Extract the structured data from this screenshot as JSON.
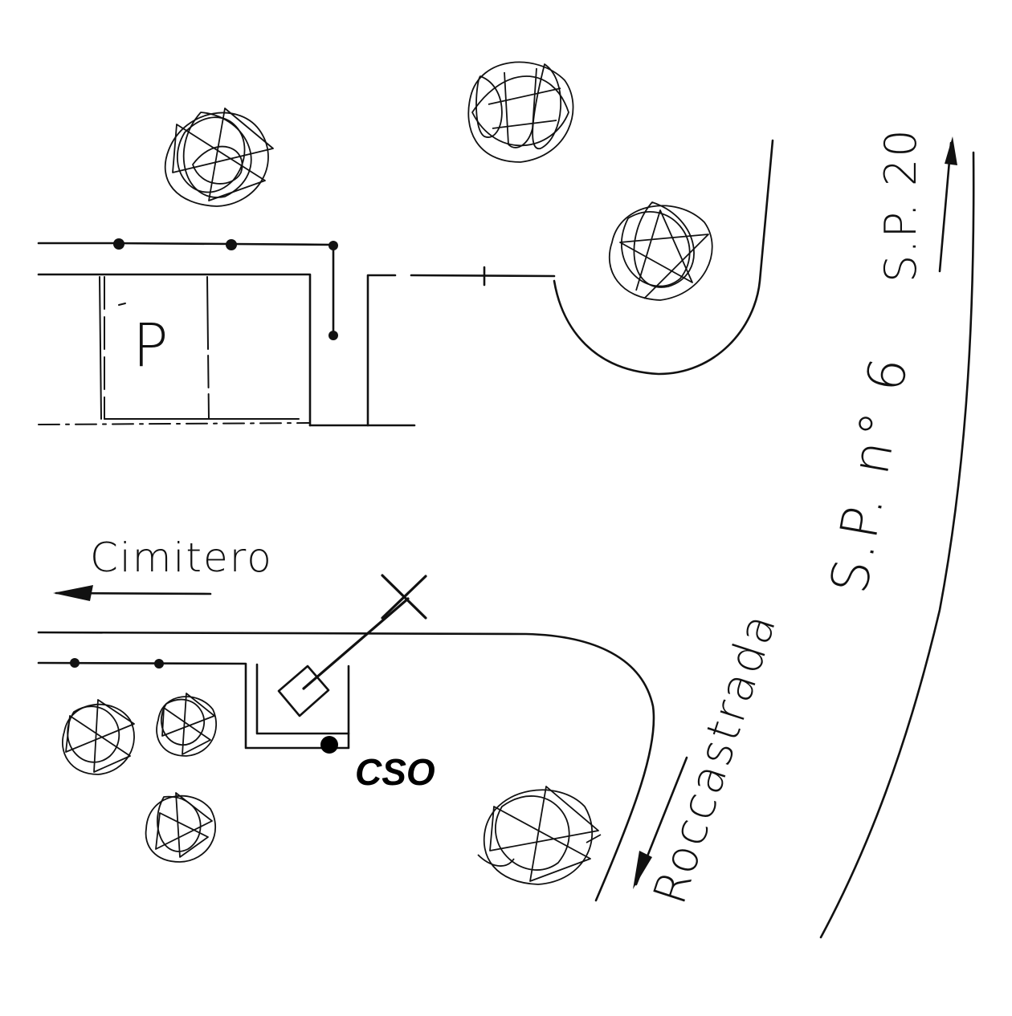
{
  "map": {
    "labels": {
      "parking": "P",
      "cemetery": "Cimitero",
      "road_sp20": "S.P. 20",
      "road_sp6": "S.P. n° 6",
      "roccastrada": "Roccastrada",
      "cso": "CSO"
    },
    "ink_color": "#111111",
    "background_color": "#ffffff",
    "icons": [
      "tree-icon",
      "arrow-left-icon",
      "arrow-up-icon",
      "arrow-down-icon",
      "station-marker-icon",
      "post-dot-icon",
      "antenna-icon"
    ]
  }
}
